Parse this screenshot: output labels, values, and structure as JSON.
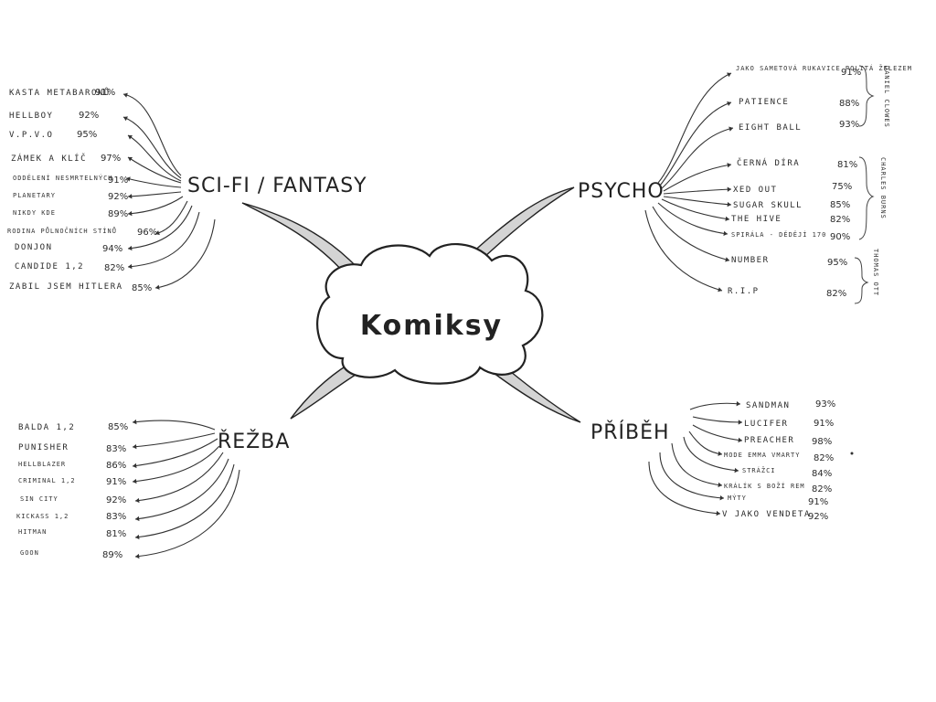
{
  "center": {
    "label": "Komiksy"
  },
  "branches": [
    {
      "id": "scifi",
      "title": "SCI-FI / FANTASY",
      "items": [
        {
          "label": "KASTA METABARONŮ",
          "pct": "91%"
        },
        {
          "label": "HELLBOY",
          "pct": "92%"
        },
        {
          "label": "V.P.V.O",
          "pct": "95%"
        },
        {
          "label": "ZÁMEK A KLÍČ",
          "pct": "97%"
        },
        {
          "label": "ODDĚLENÍ NESMRTELNÝCH",
          "pct": "91%"
        },
        {
          "label": "PLANETARY",
          "pct": "92%"
        },
        {
          "label": "NIKDY KDE",
          "pct": "89%"
        },
        {
          "label": "RODINA PŮLNOČNÍCH STÍNŮ",
          "pct": "96%"
        },
        {
          "label": "DONJON",
          "pct": "94%"
        },
        {
          "label": "CANDIDE 1,2",
          "pct": "82%"
        },
        {
          "label": "ZABIL JSEM HITLERA",
          "pct": "85%"
        }
      ]
    },
    {
      "id": "psycho",
      "title": "PSYCHO",
      "items": [
        {
          "label": "JAKO SAMETOVÁ RUKAVICE POLITÁ ŽELEZEM",
          "pct": "91%"
        },
        {
          "label": "PATIENCE",
          "pct": "88%"
        },
        {
          "label": "EIGHT BALL",
          "pct": "93%"
        },
        {
          "label": "ČERNÁ DÍRA",
          "pct": "81%"
        },
        {
          "label": "XED OUT",
          "pct": "75%"
        },
        {
          "label": "SUGAR SKULL",
          "pct": "85%"
        },
        {
          "label": "THE HIVE",
          "pct": "82%"
        },
        {
          "label": "SPIRÁLA - DĚDĚJÍ 170",
          "pct": "90%"
        },
        {
          "label": "NUMBER",
          "pct": "95%"
        },
        {
          "label": "R.I.P",
          "pct": "82%"
        }
      ],
      "authors": [
        "DANIEL CLOWES",
        "CHARLES BURNS",
        "THOMAS OTT"
      ]
    },
    {
      "id": "rezba",
      "title": "ŘEŽBA",
      "items": [
        {
          "label": "BALDA 1,2",
          "pct": "85%"
        },
        {
          "label": "PUNISHER",
          "pct": "83%"
        },
        {
          "label": "HELLBLAZER",
          "pct": "86%"
        },
        {
          "label": "CRIMINAL 1,2",
          "pct": "91%"
        },
        {
          "label": "SIN CITY",
          "pct": "92%"
        },
        {
          "label": "KICKASS 1,2",
          "pct": "83%"
        },
        {
          "label": "HITMAN",
          "pct": "81%"
        },
        {
          "label": "GOON",
          "pct": "89%"
        }
      ]
    },
    {
      "id": "pribeh",
      "title": "PŘÍBĚH",
      "items": [
        {
          "label": "SANDMAN",
          "pct": "93%"
        },
        {
          "label": "LUCIFER",
          "pct": "91%"
        },
        {
          "label": "PREACHER",
          "pct": "98%"
        },
        {
          "label": "MODE EMMA VMARTY",
          "pct": "82%"
        },
        {
          "label": "STRÁŽCI",
          "pct": "84%"
        },
        {
          "label": "KRÁLÍK S BOŽÍ REM",
          "pct": "82%"
        },
        {
          "label": "MÝTY",
          "pct": "91%"
        },
        {
          "label": "V JAKO VENDETA",
          "pct": "92%"
        }
      ]
    }
  ]
}
